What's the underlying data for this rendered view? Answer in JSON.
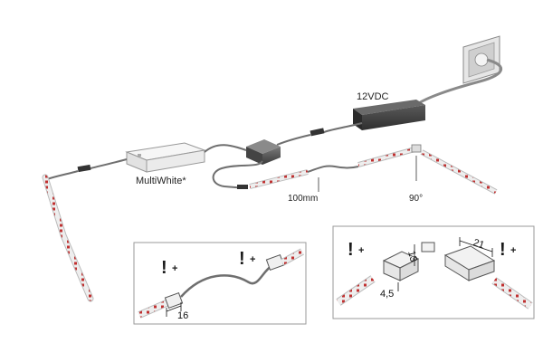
{
  "labels": {
    "power": "12VDC",
    "controller": "MultiWhite*",
    "length": "100mm",
    "angle": "90°"
  },
  "detail_left": {
    "warn_symbol": "!",
    "plus_symbol": "+",
    "dimension": "16"
  },
  "detail_right": {
    "warn_symbol": "!",
    "plus_symbol": "+",
    "dimension_13": "13",
    "dimension_21": "21",
    "dimension_45": "4,5"
  },
  "colors": {
    "cable": "#6f6f6f",
    "strip": "#eeeeee",
    "led": "#c03030",
    "driver": "#3e3e3e",
    "hub": "#5a5a5a",
    "frame": "#9a9a9a"
  }
}
